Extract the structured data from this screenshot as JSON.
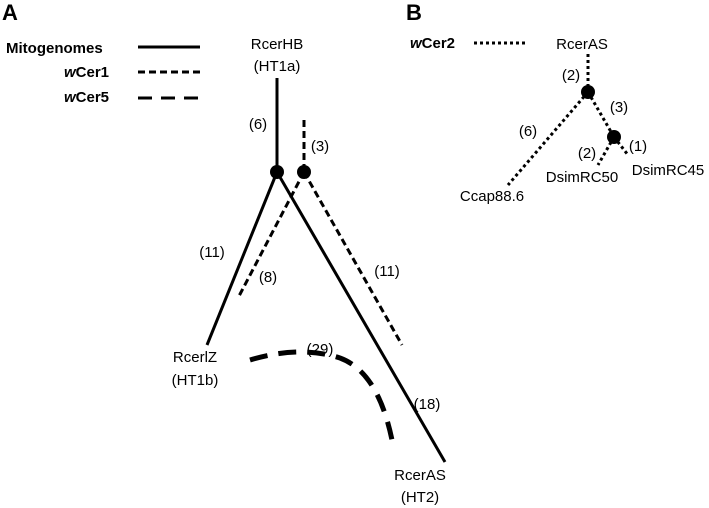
{
  "panels": {
    "a": {
      "letter": "A",
      "legend": {
        "mitogenomes": "Mitogenomes",
        "wcer1_prefix": "w",
        "wcer1_rest": "Cer1",
        "wcer5_prefix": "w",
        "wcer5_rest": "Cer5"
      },
      "nodes": {
        "rcerhb": "RcerHB",
        "rcerhb_ht": "(HT1a)",
        "rcerlz": "RcerlZ",
        "rcerlz_ht": "(HT1b)",
        "rceras": "RcerAS",
        "rceras_ht": "(HT2)"
      },
      "counts": {
        "mito_stem": "(6)",
        "wcer1_stem": "(3)",
        "mito_left": "(11)",
        "wcer1_left": "(8)",
        "wcer1_right": "(11)",
        "wcer5": "(29)",
        "mito_right": "(18)"
      }
    },
    "b": {
      "letter": "B",
      "legend": {
        "wcer2_prefix": "w",
        "wcer2_rest": "Cer2"
      },
      "nodes": {
        "rceras": "RcerAS",
        "ccap": "Ccap88.6",
        "dsimrc50": "DsimRC50",
        "dsimrc45": "DsimRC45"
      },
      "counts": {
        "top": "(2)",
        "left": "(6)",
        "mid": "(3)",
        "rc50": "(2)",
        "rc45": "(1)"
      }
    }
  },
  "colors": {
    "ink": "#000000",
    "background": "#ffffff"
  }
}
